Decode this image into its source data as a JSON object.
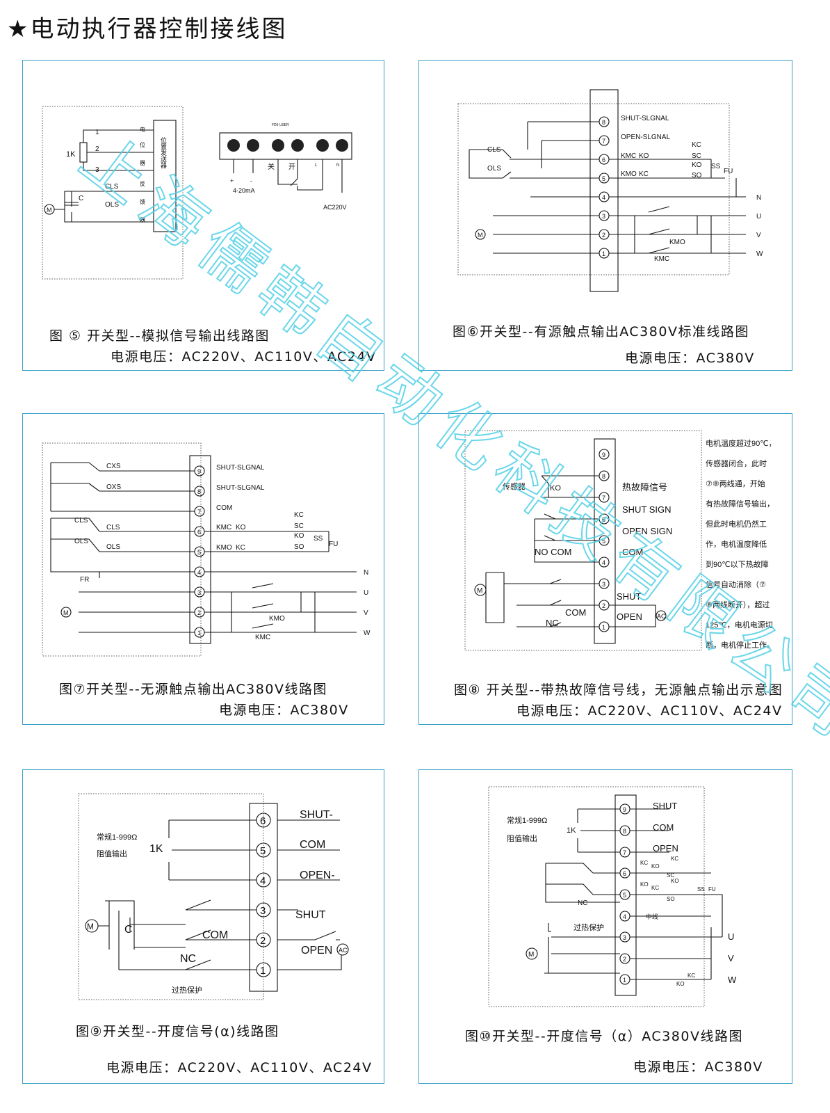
{
  "page": {
    "title": "★电动执行器控制接线图",
    "watermark": "上海儒韩自动化科技有限公司"
  },
  "panels": {
    "p5": {
      "caption": "图 ⑤ 开关型--模拟信号输出线路图",
      "voltage": "电源电压：AC220V、AC110V、AC24V",
      "labels": [
        "1K",
        "1",
        "2",
        "3",
        "CLS",
        "OLS",
        "C",
        "M",
        "FD6 USER",
        "关",
        "开",
        "4-20mA",
        "AC220V",
        "+",
        "-",
        "L",
        "N"
      ],
      "vertical_text": [
        "电",
        "位",
        "器",
        "反",
        "馈",
        "器"
      ],
      "box_text": "位置发送器"
    },
    "p6": {
      "caption": "图⑥开关型--有源触点输出AC380V标准线路图",
      "voltage": "电源电压：AC380V",
      "terminals": [
        "8",
        "7",
        "6",
        "5",
        "4",
        "3",
        "2",
        "1"
      ],
      "labels": [
        "SHUT-SLGNAL",
        "OPEN-SLGNAL",
        "KMC",
        "KO",
        "KMO",
        "KC",
        "KC",
        "SC",
        "KO",
        "SO",
        "SS",
        "FU",
        "CLS",
        "OLS",
        "N",
        "U",
        "V",
        "W",
        "M",
        "KMO",
        "KMC"
      ]
    },
    "p7": {
      "caption": "图⑦开关型--无源触点输出AC380V线路图",
      "voltage": "电源电压：AC380V",
      "terminals": [
        "9",
        "8",
        "7",
        "6",
        "5",
        "4",
        "3",
        "2",
        "1"
      ],
      "labels": [
        "SHUT-SLGNAL",
        "SHUT-SLGNAL",
        "COM",
        "KMC",
        "KO",
        "KMO",
        "KC",
        "KC",
        "SC",
        "KO",
        "SO",
        "SS",
        "FU",
        "CXS",
        "OXS",
        "CLS",
        "CLS",
        "OLS",
        "OLS",
        "FR",
        "N",
        "U",
        "V",
        "W",
        "M",
        "KMO",
        "KMC"
      ]
    },
    "p8": {
      "caption": "图⑧ 开关型--带热故障信号线，无源触点输出示意图",
      "voltage": "电源电压：AC220V、AC110V、AC24V",
      "terminals": [
        "9",
        "8",
        "7",
        "6",
        "5",
        "4",
        "3",
        "2",
        "1"
      ],
      "labels": [
        "传感器",
        "KO",
        "热故障信号",
        "SHUT SIGN",
        "OPEN SIGN",
        "COM",
        "NO COM",
        "SHUT",
        "OPEN",
        "COM",
        "NC",
        "M",
        "AC"
      ],
      "note": [
        "电机温度超过90℃，",
        "传感器闭合，此时",
        "⑦⑧两线通，开始",
        "有热故障信号输出，",
        "但此时电机仍然工",
        "作，电机温度降低",
        "到90℃以下热故障",
        "信号自动消除（⑦",
        "⑧两线断开），超过",
        "125℃，电机电源切",
        "断，电机停止工作。"
      ]
    },
    "p9": {
      "caption": "图⑨开关型--开度信号(α)线路图",
      "voltage": "电源电压：AC220V、AC110V、AC24V",
      "terminals": [
        "6",
        "5",
        "4",
        "3",
        "2",
        "1"
      ],
      "labels": [
        "SHUT-",
        "COM",
        "OPEN-",
        "SHUT",
        "COM",
        "OPEN",
        "NC",
        "1K",
        "M",
        "C",
        "AC",
        "过热保护"
      ],
      "note": [
        "常规1-999Ω",
        "阻值输出"
      ]
    },
    "p10": {
      "caption": "图⑩开关型--开度信号（α）AC380V线路图",
      "voltage": "电源电压：AC380V",
      "terminals": [
        "9",
        "8",
        "7",
        "6",
        "5",
        "4",
        "3",
        "2",
        "1"
      ],
      "labels": [
        "SHUT",
        "COM",
        "OPEN",
        "1K",
        "KC",
        "KO",
        "KC",
        "SC",
        "KO",
        "KC",
        "KO",
        "SO",
        "SS",
        "FU",
        "NC",
        "中线",
        "过热保护",
        "M",
        "U",
        "V",
        "W",
        "KC",
        "KO"
      ],
      "note": [
        "常规1-999Ω",
        "阻值输出"
      ]
    }
  }
}
